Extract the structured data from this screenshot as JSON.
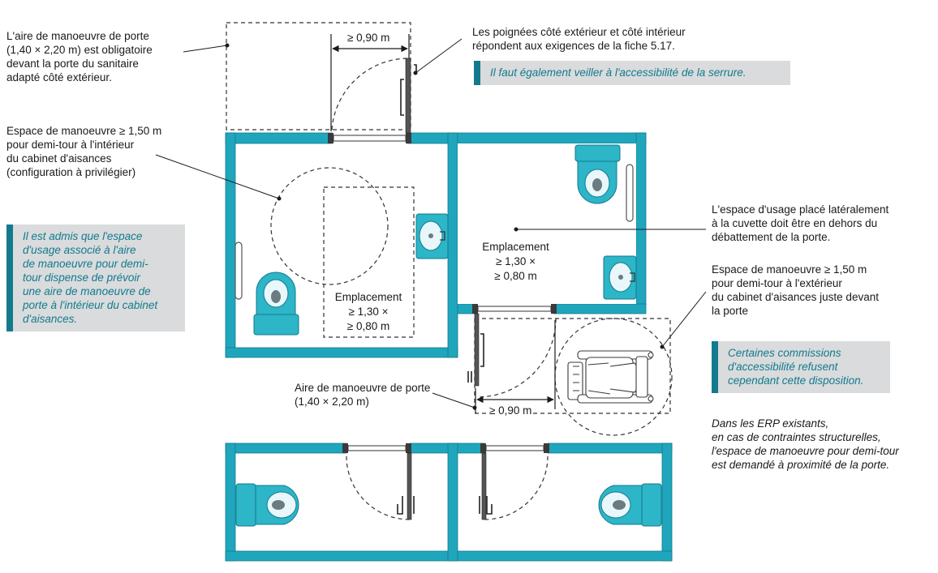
{
  "labels": {
    "door_area_outside": "L'aire de manoeuvre de porte\n(1,40 × 2,20 m) est obligatoire\ndevant la porte du sanitaire\nadapté côté extérieur.",
    "handles": "Les poignées côté extérieur et côté intérieur\nrépondent aux exigences de la fiche 5.17.",
    "handles_note": "Il faut également veiller à l'accessibilité de la serrure.",
    "turn_inside": "Espace de manoeuvre ≥ 1,50 m\npour demi-tour à l'intérieur\ndu cabinet d'aisances\n(configuration à privilégier)",
    "usage_note": "Il est admis que l'espace\nd'usage associé à l'aire\nde manoeuvre pour demi-\ntour dispense de prévoir\nune aire de manoeuvre de\nporte à l'intérieur du cabinet\nd'aisances.",
    "usage_lateral": "L'espace d'usage placé latéralement\nà la cuvette doit être en dehors du\ndébattement de la porte.",
    "turn_outside": "Espace de manoeuvre ≥ 1,50 m\npour demi-tour à l'extérieur\ndu cabinet d'aisances juste devant\nla porte",
    "commission_note": "Certaines commissions\nd'accessibilité refusent\ncependant cette disposition.",
    "erp_text": "Dans les ERP existants,\nen cas de contraintes structurelles,\nl'espace de manoeuvre pour demi-tour\nest demandé à proximité de la porte.",
    "door_area_bottom": "Aire de manoeuvre de porte\n(1,40 × 2,20 m)",
    "dim_top": "≥ 0,90 m",
    "dim_mid": "≥ 0,90 m",
    "emplacement_left": "Emplacement\n≥ 1,30 ×\n≥ 0,80 m",
    "emplacement_right": "Emplacement\n≥ 1,30 ×\n≥ 0,80 m"
  },
  "colors": {
    "wall": "#1fa6bd",
    "wall_dark": "#137a8e",
    "fixture": "#2db5c8",
    "fixture_light": "#e8f7fa",
    "note_bg": "#d9dbdc",
    "note_text": "#137a8e"
  },
  "icons": [
    "toilet-icon",
    "washbasin-icon",
    "grab-bar-icon",
    "door-handle-icon",
    "wheelchair-user-icon"
  ]
}
